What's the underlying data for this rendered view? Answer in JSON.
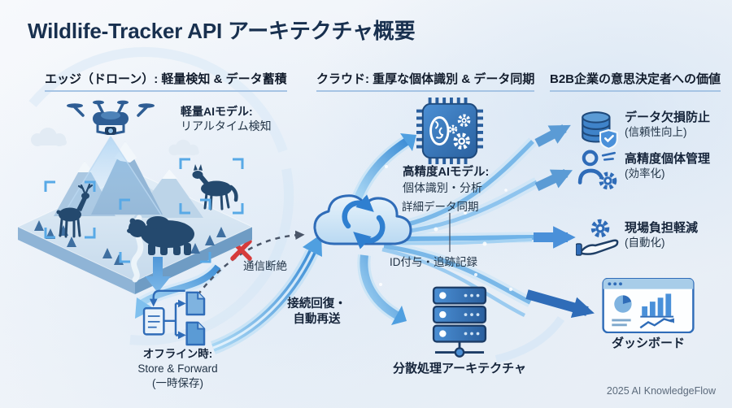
{
  "title": "Wildlife-Tracker API アーキテクチャ概要",
  "footer": {
    "credit": "2025 AI KnowledgeFlow"
  },
  "colors": {
    "background": "#edf2f8",
    "title_navy": "#18304f",
    "text_dark": "#223447",
    "accent_blue": "#4a90d9",
    "deep_blue": "#2f6cb8",
    "stream_light": "#7ab8e8",
    "bracket_blue": "#58a9e6",
    "error_red": "#d63b3b",
    "underline": "#a6c4e4"
  },
  "sections": {
    "edge": {
      "header": "エッジ（ドローン）: 軽量検知 & データ蓄積"
    },
    "cloud": {
      "header": "クラウド: 重厚な個体識別 & データ同期"
    },
    "value": {
      "header": "B2B企業の意思決定者への価値"
    }
  },
  "edge": {
    "ai_model_title": "軽量AIモデル:",
    "ai_model_desc": "リアルタイム検知",
    "offline_title": "オフライン時:",
    "offline_line2": "Store & Forward",
    "offline_line3": "(一時保存)",
    "disruption_label": "通信断絶",
    "reconnect_line1": "接続回復・",
    "reconnect_line2": "自動再送"
  },
  "cloud": {
    "ai_model_title": "高精度AIモデル:",
    "ai_model_desc": "個体識別・分析",
    "sync_label": "詳細データ同期",
    "id_label": "ID付与・追跡記録",
    "server_label": "分散処理アーキテクチャ"
  },
  "value": {
    "items": [
      {
        "title": "データ欠損防止",
        "subtitle": "(信頼性向上)",
        "icon": "database-shield-icon"
      },
      {
        "title": "高精度個体管理",
        "subtitle": "(効率化)",
        "icon": "user-gear-icon"
      },
      {
        "title": "現場負担軽減",
        "subtitle": "(自動化)",
        "icon": "gear-hand-icon"
      },
      {
        "title": "ダッシボード",
        "subtitle": "",
        "icon": "dashboard-icon"
      }
    ]
  },
  "icons": [
    "drone-icon",
    "terrain-icon",
    "deer-icon",
    "bear-icon",
    "wolf-icon",
    "detection-bracket-icon",
    "store-forward-icon",
    "cloud-sync-icon",
    "ai-chip-icon",
    "server-rack-icon",
    "database-shield-icon",
    "user-gear-icon",
    "gear-hand-icon",
    "dashboard-icon",
    "error-x-icon"
  ]
}
